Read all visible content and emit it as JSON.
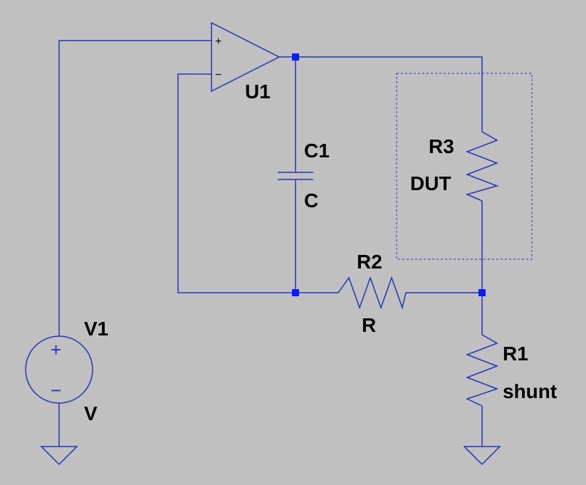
{
  "schematic": {
    "components": {
      "opamp": {
        "ref": "U1",
        "plus": "+",
        "minus": "−"
      },
      "capacitor": {
        "ref": "C1",
        "value": "C"
      },
      "dut_resistor": {
        "ref": "R3",
        "value": "DUT"
      },
      "feedback_resistor": {
        "ref": "R2",
        "value": "R"
      },
      "shunt_resistor": {
        "ref": "R1",
        "value": "shunt"
      },
      "voltage_source": {
        "ref": "V1",
        "value": "V",
        "plus": "+",
        "minus": "−"
      }
    },
    "colors": {
      "background": "#c0c0c0",
      "wire": "#2233bb",
      "junction": "#0a1aff",
      "text": "#000000"
    }
  }
}
